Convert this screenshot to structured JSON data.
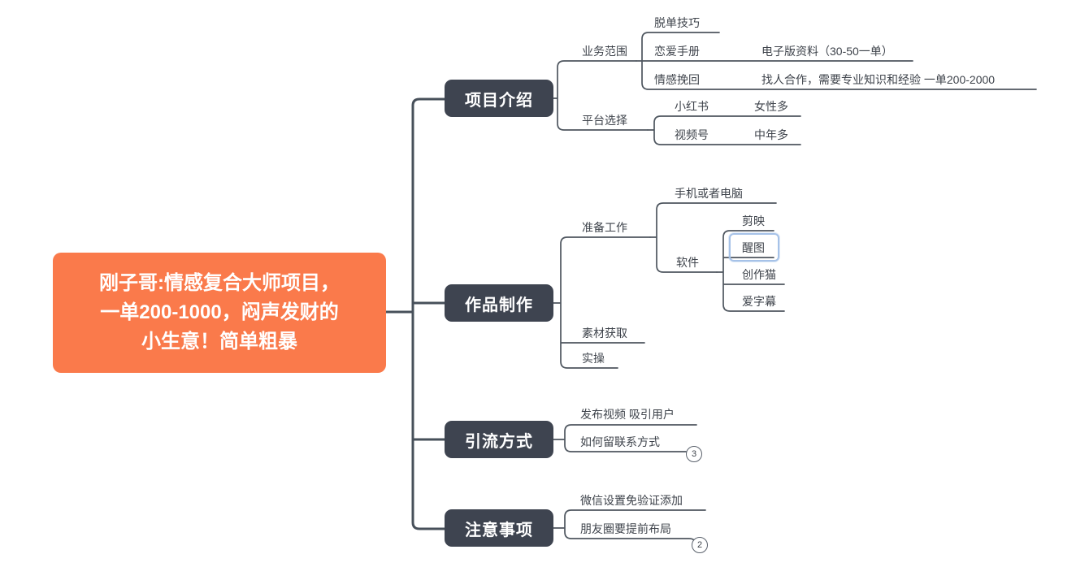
{
  "palette": {
    "root_fill": "#FA7A4B",
    "main_topic_fill": "#3E4450",
    "branch_line": "#47505A",
    "sub_line": "#4E565F",
    "text_dark": "#3E434B",
    "selection_border": "#A6C2E8",
    "topic_text": "#FFFFFF"
  },
  "mindmap": {
    "root": {
      "label": "刚子哥:情感复合大师项目，\n一单200-1000，闷声发财的\n小生意！简单粗暴"
    },
    "topics": [
      {
        "label": "项目介绍",
        "children": [
          {
            "label": "业务范围",
            "children": [
              {
                "label": "脱单技巧"
              },
              {
                "label": "恋爱手册",
                "children": [
                  {
                    "label": "电子版资料（30-50一单）"
                  }
                ]
              },
              {
                "label": "情感挽回",
                "children": [
                  {
                    "label": "找人合作，需要专业知识和经验 一单200-2000"
                  }
                ]
              }
            ]
          },
          {
            "label": "平台选择",
            "children": [
              {
                "label": "小红书",
                "children": [
                  {
                    "label": "女性多"
                  }
                ]
              },
              {
                "label": "视频号",
                "children": [
                  {
                    "label": "中年多"
                  }
                ]
              }
            ]
          }
        ]
      },
      {
        "label": "作品制作",
        "children": [
          {
            "label": "准备工作",
            "children": [
              {
                "label": "手机或者电脑"
              },
              {
                "label": "软件",
                "children": [
                  {
                    "label": "剪映"
                  },
                  {
                    "label": "醒图",
                    "selected": true
                  },
                  {
                    "label": "创作猫"
                  },
                  {
                    "label": "爱字幕"
                  }
                ]
              }
            ]
          },
          {
            "label": "素材获取"
          },
          {
            "label": "实操"
          }
        ]
      },
      {
        "label": "引流方式",
        "children": [
          {
            "label": "发布视频 吸引用户"
          },
          {
            "label": "如何留联系方式",
            "collapsed_count": "3"
          }
        ]
      },
      {
        "label": "注意事项",
        "children": [
          {
            "label": "微信设置免验证添加"
          },
          {
            "label": "朋友圈要提前布局",
            "collapsed_count": "2"
          }
        ]
      }
    ]
  }
}
